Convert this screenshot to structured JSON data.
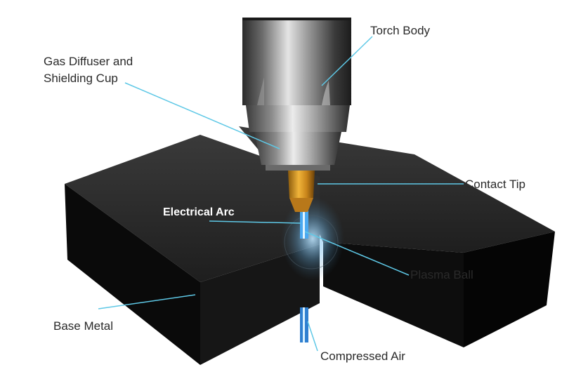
{
  "labels": {
    "torch_body": "Torch Body",
    "gas_diffuser_line1": "Gas Diffuser and",
    "gas_diffuser_line2": "Shielding Cup",
    "contact_tip": "Contact Tip",
    "electrical_arc": "Electrical Arc",
    "plasma_ball": "Plasma Ball",
    "base_metal": "Base Metal",
    "compressed_air": "Compressed Air"
  },
  "colors": {
    "leader_line": "#5ec8e6",
    "block_top": "#2a2a2a",
    "block_side": "#0c0c0c",
    "contact_tip": "#d99a1e",
    "arc": "#4aa8f0"
  }
}
